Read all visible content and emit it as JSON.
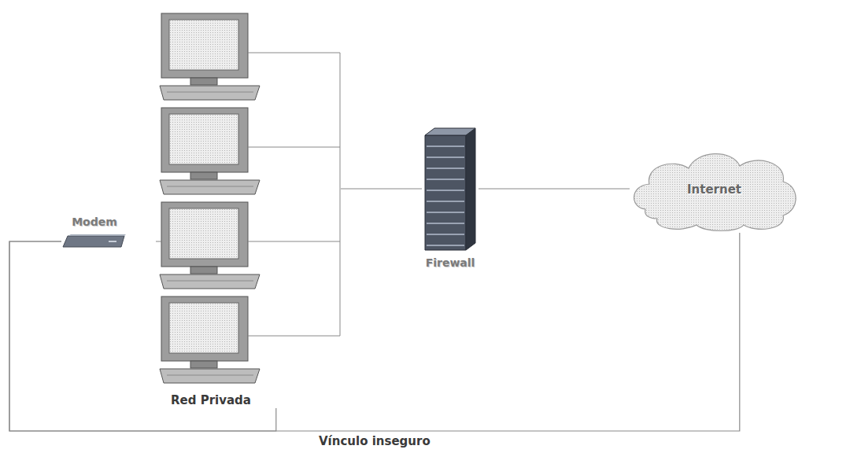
{
  "diagram": {
    "nodes": [
      {
        "text": [
          "Modem"
        ]
      },
      {
        "text": [
          "Red Privada"
        ]
      },
      {
        "text": [
          "Firewall"
        ]
      },
      {
        "text": [
          "Internet"
        ]
      }
    ],
    "edges": [
      {
        "from": 0,
        "to": 1,
        "arrow": "none"
      },
      {
        "from": 1,
        "to": 2,
        "arrow": "none"
      },
      {
        "from": 2,
        "to": 3,
        "arrow": "none"
      },
      {
        "from": 0,
        "to": 3,
        "label": "Vínculo inseguro",
        "arrow": "none"
      }
    ]
  }
}
